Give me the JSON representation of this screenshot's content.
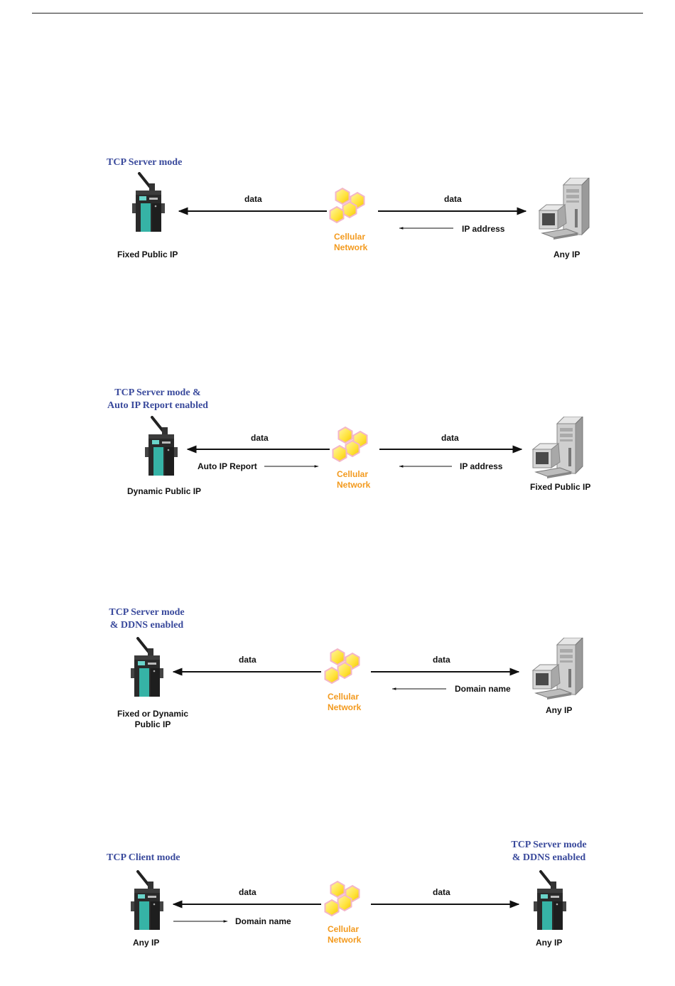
{
  "colors": {
    "title": "#3a4a9c",
    "cellular": "#f39a1e",
    "line": "#111111"
  },
  "icons": {
    "device": "gateway-device-icon",
    "computer": "desktop-computer-icon",
    "network": "cellular-network-icon"
  },
  "diagrams": [
    {
      "title": "TCP Server mode",
      "left_label": "Fixed Public IP",
      "right_label": "Any IP",
      "data_left": "data",
      "data_right": "data",
      "network_label_1": "Cellular",
      "network_label_2": "Network",
      "info_right": "IP address"
    },
    {
      "title_1": "TCP Server mode &",
      "title_2": "Auto IP Report enabled",
      "left_label": "Dynamic Public IP",
      "right_label": "Fixed Public IP",
      "data_left": "data",
      "data_right": "data",
      "network_label_1": "Cellular",
      "network_label_2": "Network",
      "info_left": "Auto IP Report",
      "info_right": "IP address"
    },
    {
      "title_1": "TCP Server mode",
      "title_2": "& DDNS enabled",
      "left_label_1": "Fixed or Dynamic",
      "left_label_2": "Public IP",
      "right_label": "Any IP",
      "data_left": "data",
      "data_right": "data",
      "network_label_1": "Cellular",
      "network_label_2": "Network",
      "info_right": "Domain name"
    },
    {
      "title": "TCP Client mode",
      "right_title_1": "TCP Server mode",
      "right_title_2": "& DDNS enabled",
      "left_label": "Any IP",
      "right_label": "Any IP",
      "data_left": "data",
      "data_right": "data",
      "network_label_1": "Cellular",
      "network_label_2": "Network",
      "info_left": "Domain name"
    }
  ]
}
